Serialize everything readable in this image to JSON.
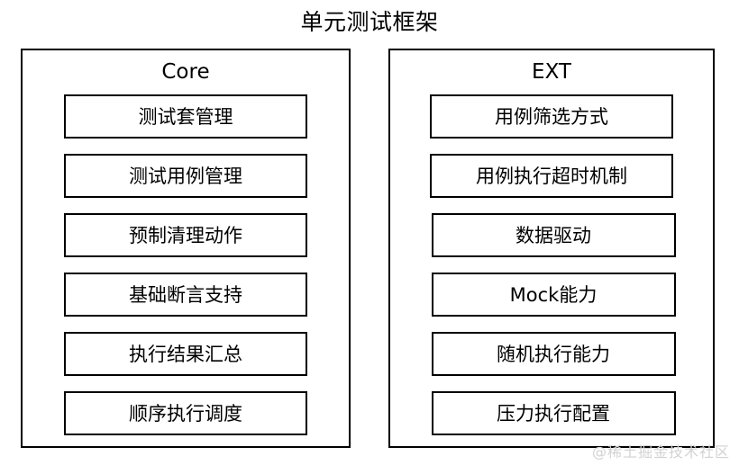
{
  "diagram": {
    "title": "单元测试框架",
    "groups": [
      {
        "id": "core",
        "title": "Core",
        "items": [
          {
            "label": "测试套管理"
          },
          {
            "label": "测试用例管理"
          },
          {
            "label": "预制清理动作"
          },
          {
            "label": "基础断言支持"
          },
          {
            "label": "执行结果汇总"
          },
          {
            "label": "顺序执行调度"
          }
        ]
      },
      {
        "id": "ext",
        "title": "EXT",
        "items": [
          {
            "label": "用例筛选方式"
          },
          {
            "label": "用例执行超时机制"
          },
          {
            "label": "数据驱动"
          },
          {
            "label": "Mock能力"
          },
          {
            "label": "随机执行能力"
          },
          {
            "label": "压力执行配置"
          }
        ]
      }
    ]
  },
  "watermark": {
    "text": "@稀土掘金技术社区"
  },
  "colors": {
    "stroke": "#000000",
    "background": "#ffffff",
    "watermark": "#d2d2d2"
  }
}
